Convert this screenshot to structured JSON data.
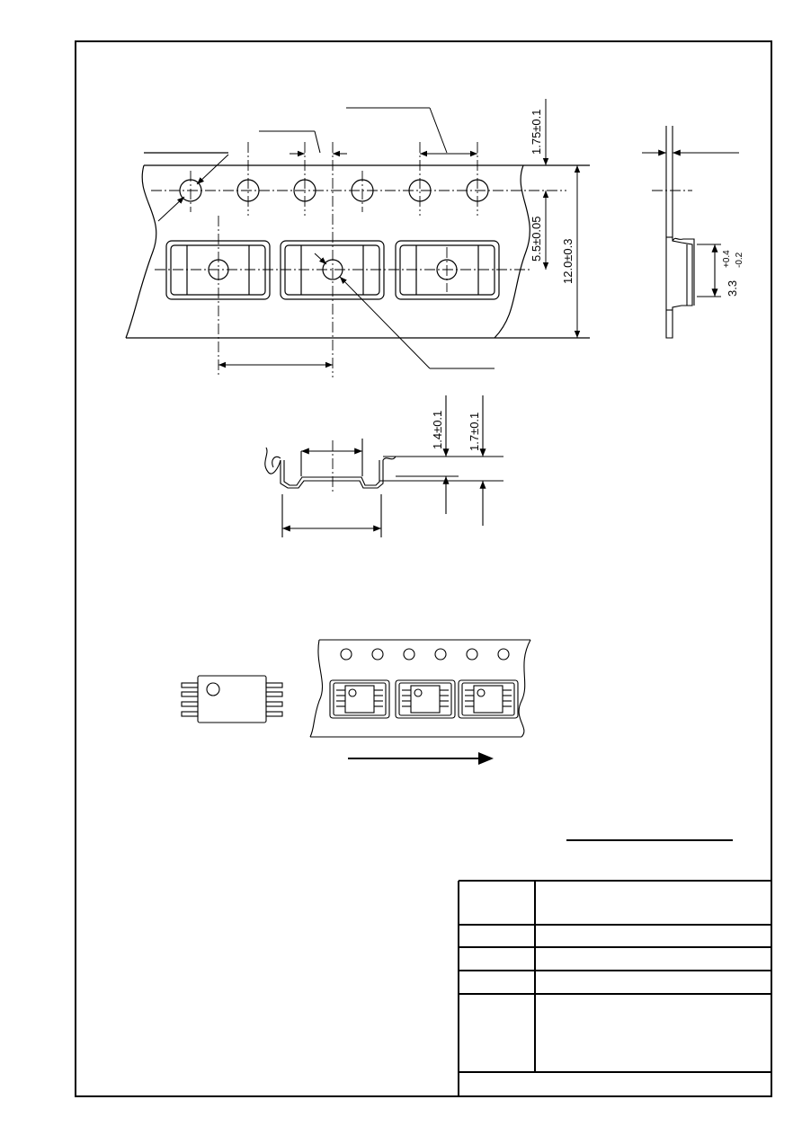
{
  "dimensions": {
    "sprocket_hole_to_edge": "1.75±0.1",
    "hole_row_to_pocket_center": "5.5±0.05",
    "tape_width": "12.0±0.3",
    "cover_tape_height_main": "3.3",
    "cover_tape_tol_plus": "+0.4",
    "cover_tape_tol_minus": "-0.2",
    "pocket_depth_1": "1.4±0.1",
    "pocket_depth_2": "1.7±0.1"
  },
  "colors": {
    "line": "#000000",
    "background": "#ffffff"
  },
  "icons": {
    "feed_direction": "arrow-right-icon",
    "pin_one_marker": "circle-icon"
  }
}
